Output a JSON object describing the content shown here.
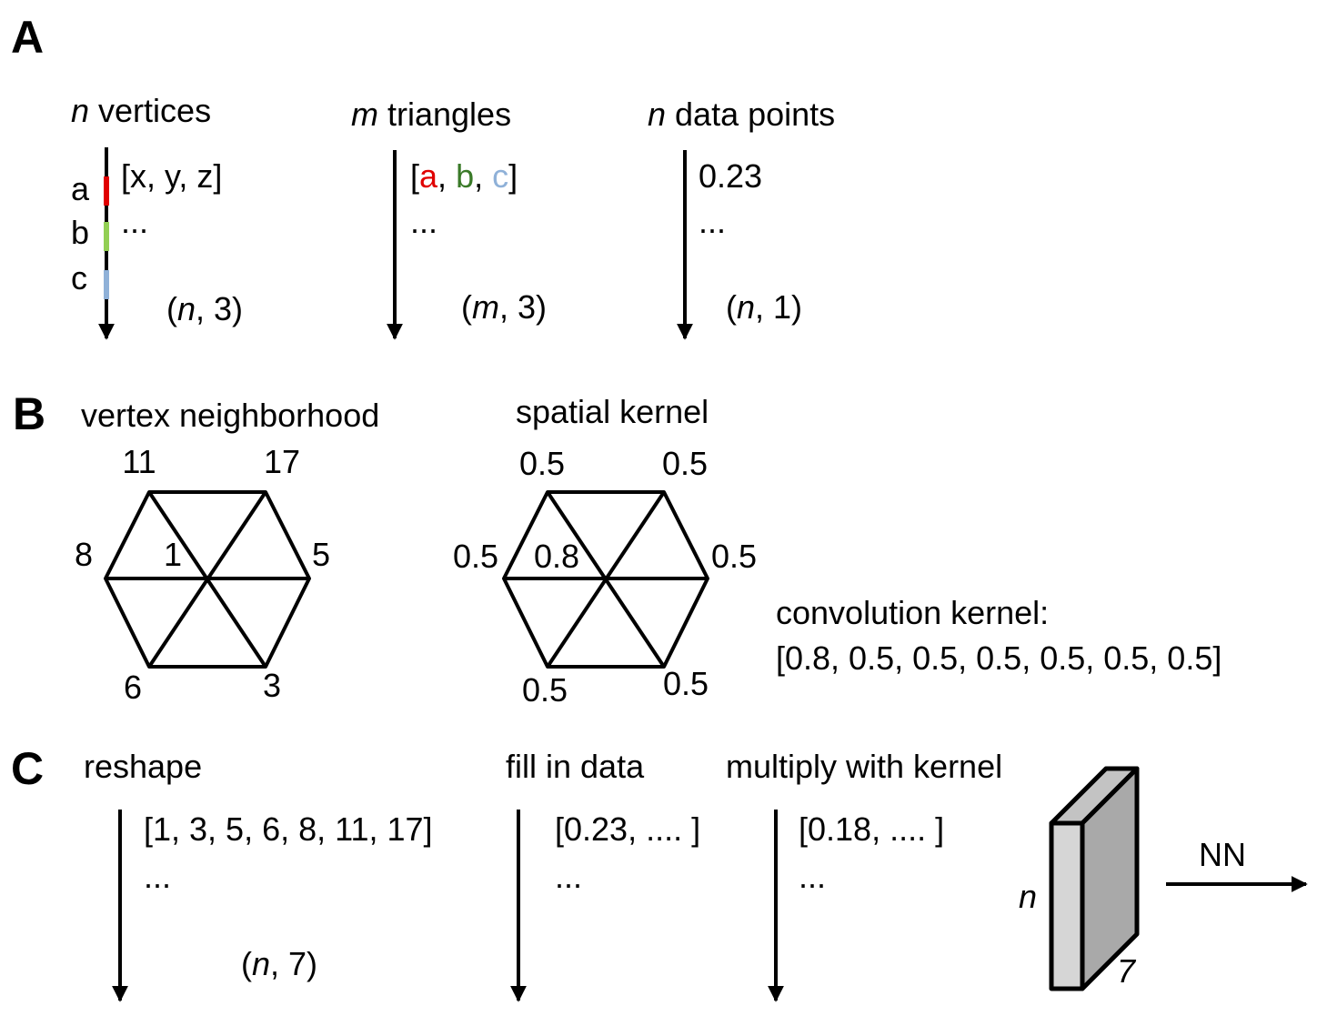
{
  "colors": {
    "red": "#e00000",
    "light_green": "#92cf54",
    "light_blue": "#8fb1d8",
    "dark_green": "#3a7a28",
    "cube_front": "#d6d6d6",
    "cube_side": "#a9a9a9",
    "cube_top": "#c3c3c3"
  },
  "panel_a": {
    "letter": "A",
    "vertices": {
      "title_var": "n",
      "title_rest": " vertices",
      "row_text": "[x, y, z]",
      "ellipsis": "...",
      "labels": {
        "a": "a",
        "b": "b",
        "c": "c"
      },
      "shape_open": "(",
      "shape_var": "n",
      "shape_rest": ", 3)"
    },
    "triangles": {
      "title_var": "m",
      "title_rest": " triangles",
      "row_open": "[",
      "row_a": "a",
      "row_sep1": ", ",
      "row_b": "b",
      "row_sep2": ", ",
      "row_c": "c",
      "row_close": "]",
      "ellipsis": "...",
      "shape_open": "(",
      "shape_var": "m",
      "shape_rest": ", 3)"
    },
    "data_points": {
      "title_var": "n",
      "title_rest": " data points",
      "row_text": "0.23",
      "ellipsis": "...",
      "shape_open": "(",
      "shape_var": "n",
      "shape_rest": ", 1)"
    }
  },
  "panel_b": {
    "letter": "B",
    "neighborhood": {
      "title": "vertex neighborhood",
      "top_left": "11",
      "top_right": "17",
      "left": "8",
      "center": "1",
      "right": "5",
      "bottom_left": "6",
      "bottom_right": "3"
    },
    "spatial": {
      "title": "spatial kernel",
      "top_left": "0.5",
      "top_right": "0.5",
      "left": "0.5",
      "center": "0.8",
      "right": "0.5",
      "bottom_left": "0.5",
      "bottom_right": "0.5"
    },
    "conv_title": "convolution kernel:",
    "conv_values": "[0.8, 0.5, 0.5, 0.5, 0.5, 0.5, 0.5]"
  },
  "panel_c": {
    "letter": "C",
    "reshape": {
      "title": "reshape",
      "row_text": "[1, 3, 5, 6, 8, 11, 17]",
      "ellipsis": "...",
      "shape_open": "(",
      "shape_var": "n",
      "shape_rest": ", 7)"
    },
    "fill": {
      "title": "fill in data",
      "row_text": "[0.23, .... ]",
      "ellipsis": "..."
    },
    "multiply": {
      "title": "multiply with kernel",
      "row_text": "[0.18, .... ]",
      "ellipsis": "..."
    },
    "block": {
      "height_label": "n",
      "width_label": "7"
    },
    "nn_label": "NN"
  }
}
